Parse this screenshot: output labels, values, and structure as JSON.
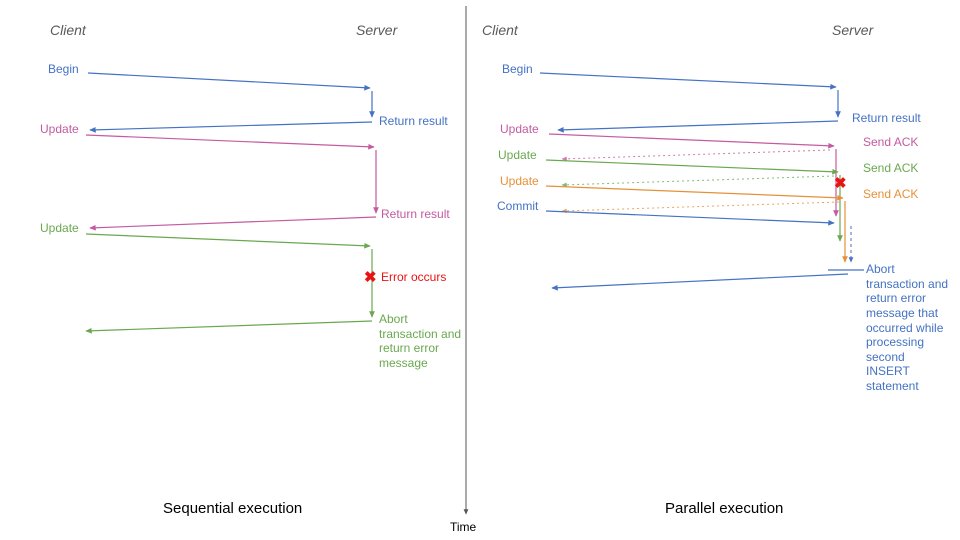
{
  "colors": {
    "blue": "#4472C4",
    "pink": "#C45AA0",
    "green": "#6AA84F",
    "orange": "#E69138",
    "red": "#E81313",
    "axis_gray": "#555555",
    "header_gray": "#595959"
  },
  "timeline": {
    "label": "Time"
  },
  "icons": {
    "error_x": "✖"
  },
  "left": {
    "caption": "Sequential execution",
    "client_header": "Client",
    "server_header": "Server",
    "messages": {
      "begin": "Begin",
      "return_result_1": "Return result",
      "update_1": "Update",
      "return_result_2": "Return result",
      "update_2": "Update",
      "error": "Error occurs",
      "abort": "Abort transaction and return error message"
    }
  },
  "right": {
    "caption": "Parallel execution",
    "client_header": "Client",
    "server_header": "Server",
    "messages": {
      "begin": "Begin",
      "return_result": "Return result",
      "update_1": "Update",
      "ack_1": "Send ACK",
      "update_2": "Update",
      "ack_2": "Send ACK",
      "update_3": "Update",
      "ack_3": "Send ACK",
      "commit": "Commit",
      "abort": "Abort transaction and return error message that occurred while processing second INSERT statement"
    }
  }
}
